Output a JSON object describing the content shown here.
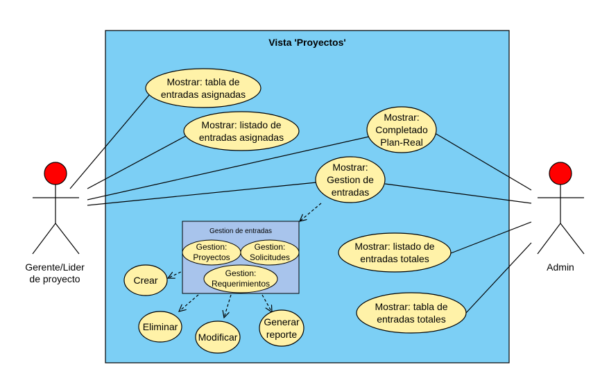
{
  "system": {
    "title": "Vista 'Proyectos'",
    "fill": "#7ccff5"
  },
  "actors": {
    "gerente": {
      "line1": "Gerente/Lider",
      "line2": "de proyecto"
    },
    "admin": {
      "line1": "Admin"
    },
    "head_color": "#ff0000"
  },
  "use_cases": {
    "tabla_asignadas": {
      "line1": "Mostrar: tabla de",
      "line2": "entradas asignadas"
    },
    "listado_asignadas": {
      "line1": "Mostrar: listado de",
      "line2": "entradas asignadas"
    },
    "completado": {
      "line1": "Mostrar:",
      "line2": "Completado",
      "line3": "Plan-Real"
    },
    "gestion": {
      "line1": "Mostrar:",
      "line2": "Gestion de",
      "line3": "entradas"
    },
    "listado_totales": {
      "line1": "Mostrar: listado de",
      "line2": "entradas totales"
    },
    "tabla_totales": {
      "line1": "Mostrar: tabla de",
      "line2": "entradas totales"
    },
    "crear": {
      "label": "Crear"
    },
    "eliminar": {
      "label": "Eliminar"
    },
    "modificar": {
      "label": "Modificar"
    },
    "generar": {
      "line1": "Generar",
      "line2": "reporte"
    },
    "fill": "#fff2a8"
  },
  "gestion_box": {
    "title": "Gestion de entradas",
    "proyectos": {
      "line1": "Gestion:",
      "line2": "Proyectos"
    },
    "solicitudes": {
      "line1": "Gestion:",
      "line2": "Solicitudes"
    },
    "requerimientos": {
      "line1": "Gestion:",
      "line2": "Requerimientos"
    },
    "fill": "#a8c4ec"
  }
}
